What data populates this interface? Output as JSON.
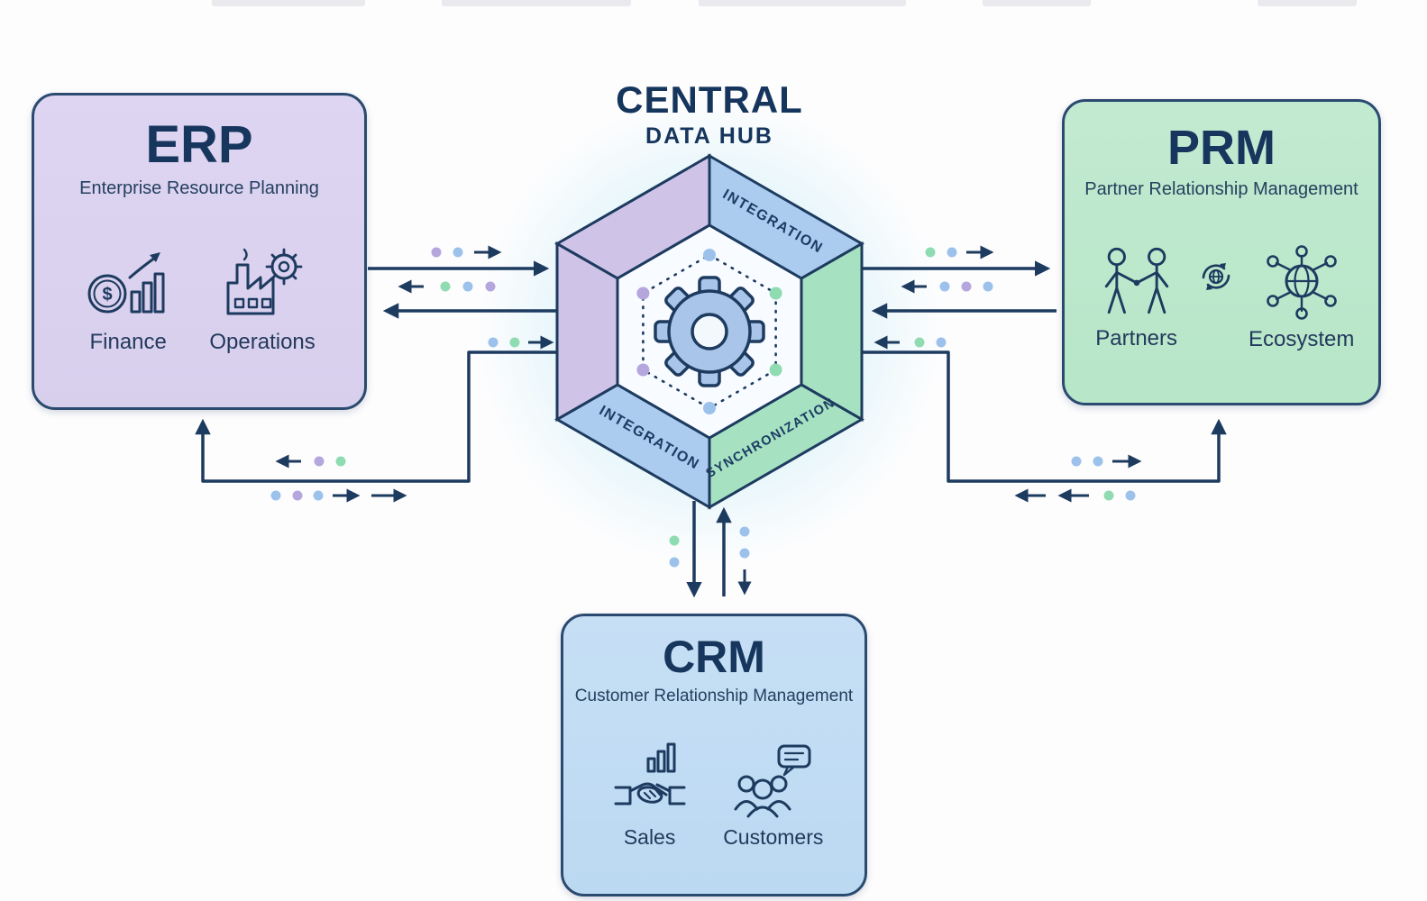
{
  "colors": {
    "navy": "#1d3a5f",
    "purple_box": "#d8cfed",
    "green_box": "#b7e6c8",
    "blue_box": "#bcd9f2",
    "face_purple": "#cfc4e8",
    "face_blue": "#abccee",
    "face_green": "#a6e2c2",
    "dot_purple": "#b5a6de",
    "dot_blue": "#9cc2ec",
    "dot_green": "#90dcb2",
    "glow": "#c5ebf4",
    "gear_fill": "#a9c6ea"
  },
  "hub": {
    "title_line1": "CENTRAL",
    "title_line2": "DATA HUB",
    "labels": {
      "integration_top": "INTEGRATION",
      "integration_bottom": "INTEGRATION",
      "synchronization": "SYNCHRONIZATION"
    }
  },
  "boxes": {
    "erp": {
      "title": "ERP",
      "subtitle": "Enterprise Resource Planning",
      "finance_symbol": "$",
      "items": [
        {
          "label": "Finance"
        },
        {
          "label": "Operations"
        }
      ]
    },
    "prm": {
      "title": "PRM",
      "subtitle": "Partner Relationship Management",
      "items": [
        {
          "label": "Partners"
        },
        {
          "label": "Ecosystem"
        }
      ]
    },
    "crm": {
      "title": "CRM",
      "subtitle": "Customer Relationship Management",
      "items": [
        {
          "label": "Sales"
        },
        {
          "label": "Customers"
        }
      ]
    }
  }
}
